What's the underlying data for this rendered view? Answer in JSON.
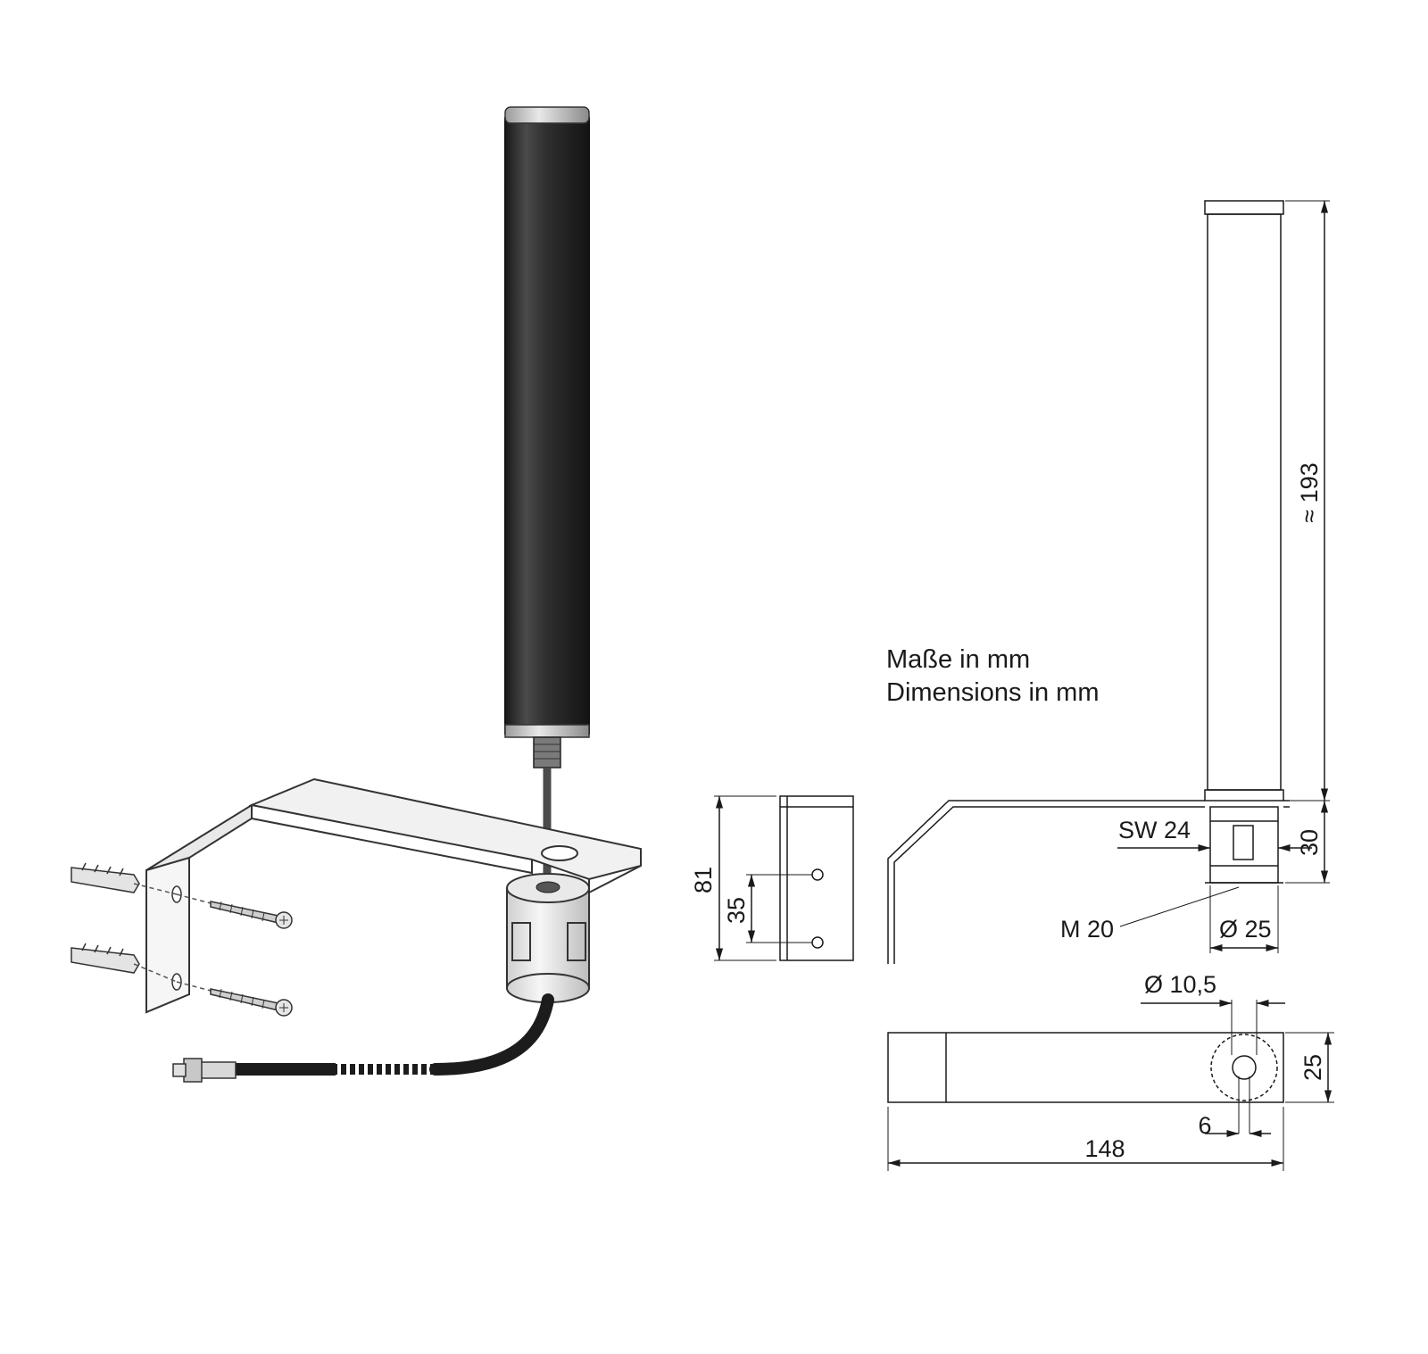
{
  "notes": {
    "line1": "Maße in mm",
    "line2": "Dimensions in mm"
  },
  "dimensions": {
    "height_total": "≈ 193",
    "wall_bracket_height": "81",
    "hole_spacing": "35",
    "wrench_size": "SW 24",
    "base_height": "30",
    "thread": "M 20",
    "base_diameter": "Ø 25",
    "hole_diameter": "Ø 10,5",
    "arm_width": "25",
    "slot_width": "6",
    "arm_length": "148"
  },
  "colors": {
    "line": "#1a1a1a",
    "antenna_body": "#2b2b2b",
    "bracket_fill": "#f1f1f1",
    "cable": "#1c1c1c"
  },
  "icons": [
    "antenna-radome-icon",
    "wall-bracket-icon",
    "wall-plug-icon",
    "screw-icon",
    "ferrite-core-icon",
    "sma-connector-icon"
  ]
}
